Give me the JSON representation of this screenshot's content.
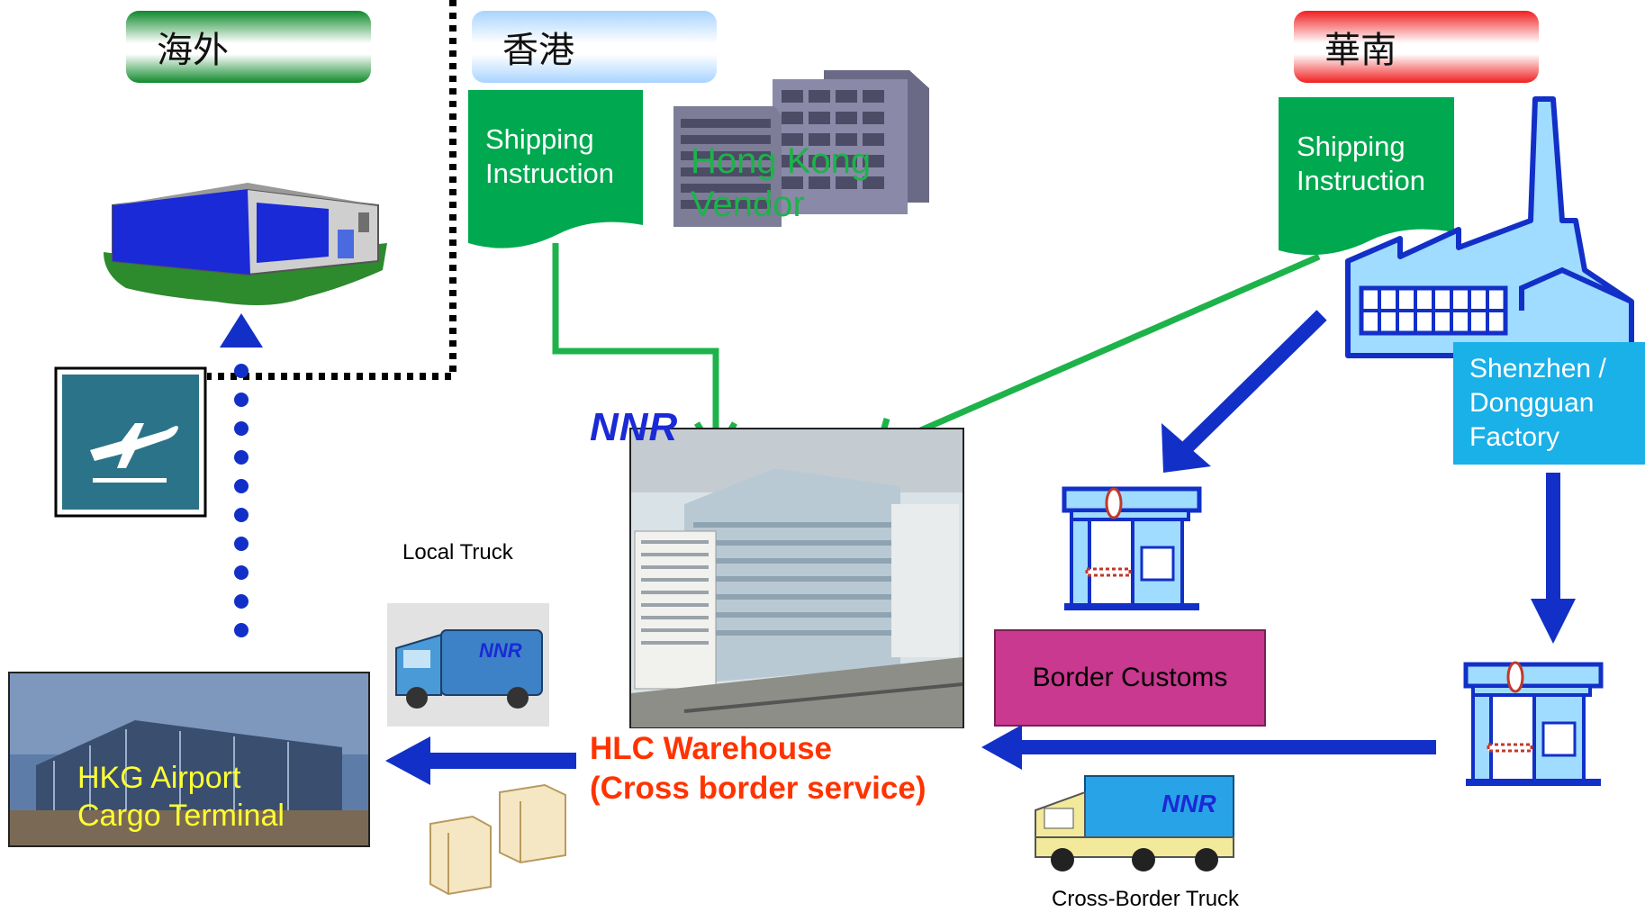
{
  "regions": {
    "overseas": "海外",
    "hong_kong": "香港",
    "south_china": "華南"
  },
  "documents": {
    "hk_shipping_instruction": [
      "Shipping",
      "Instruction"
    ],
    "sc_shipping_instruction": [
      "Shipping",
      "Instruction"
    ]
  },
  "labels": {
    "hk_vendor": [
      "Hong Kong",
      "Vendor"
    ],
    "factory": [
      "Shenzhen /",
      "Dongguan",
      "Factory"
    ],
    "border_customs": "Border Customs",
    "local_truck": "Local Truck",
    "cross_border_truck": "Cross-Border Truck",
    "hlc_warehouse": [
      "HLC Warehouse",
      "(Cross border service)"
    ],
    "airport": [
      "HKG Airport",
      "Cargo Terminal"
    ],
    "brand": "NNR"
  },
  "colors": {
    "green_arrow": "#1db34a",
    "blue_arrow": "#1230c8",
    "doc_green": "#00a84f",
    "factory_label_bg": "#1ab0e8",
    "customs_bg": "#c8398f",
    "warehouse_text": "#ff3300",
    "airport_text": "#ffff33",
    "vendor_text": "#1db34a"
  },
  "icons": {
    "plane": "departure-plane-icon",
    "overseas": "overseas-warehouse-icon",
    "vendor": "office-building-icon",
    "factory": "factory-icon",
    "checkpoint": "border-checkpoint-icon",
    "truck": "delivery-truck-icon",
    "pallets": "pallet-boxes-icon"
  }
}
